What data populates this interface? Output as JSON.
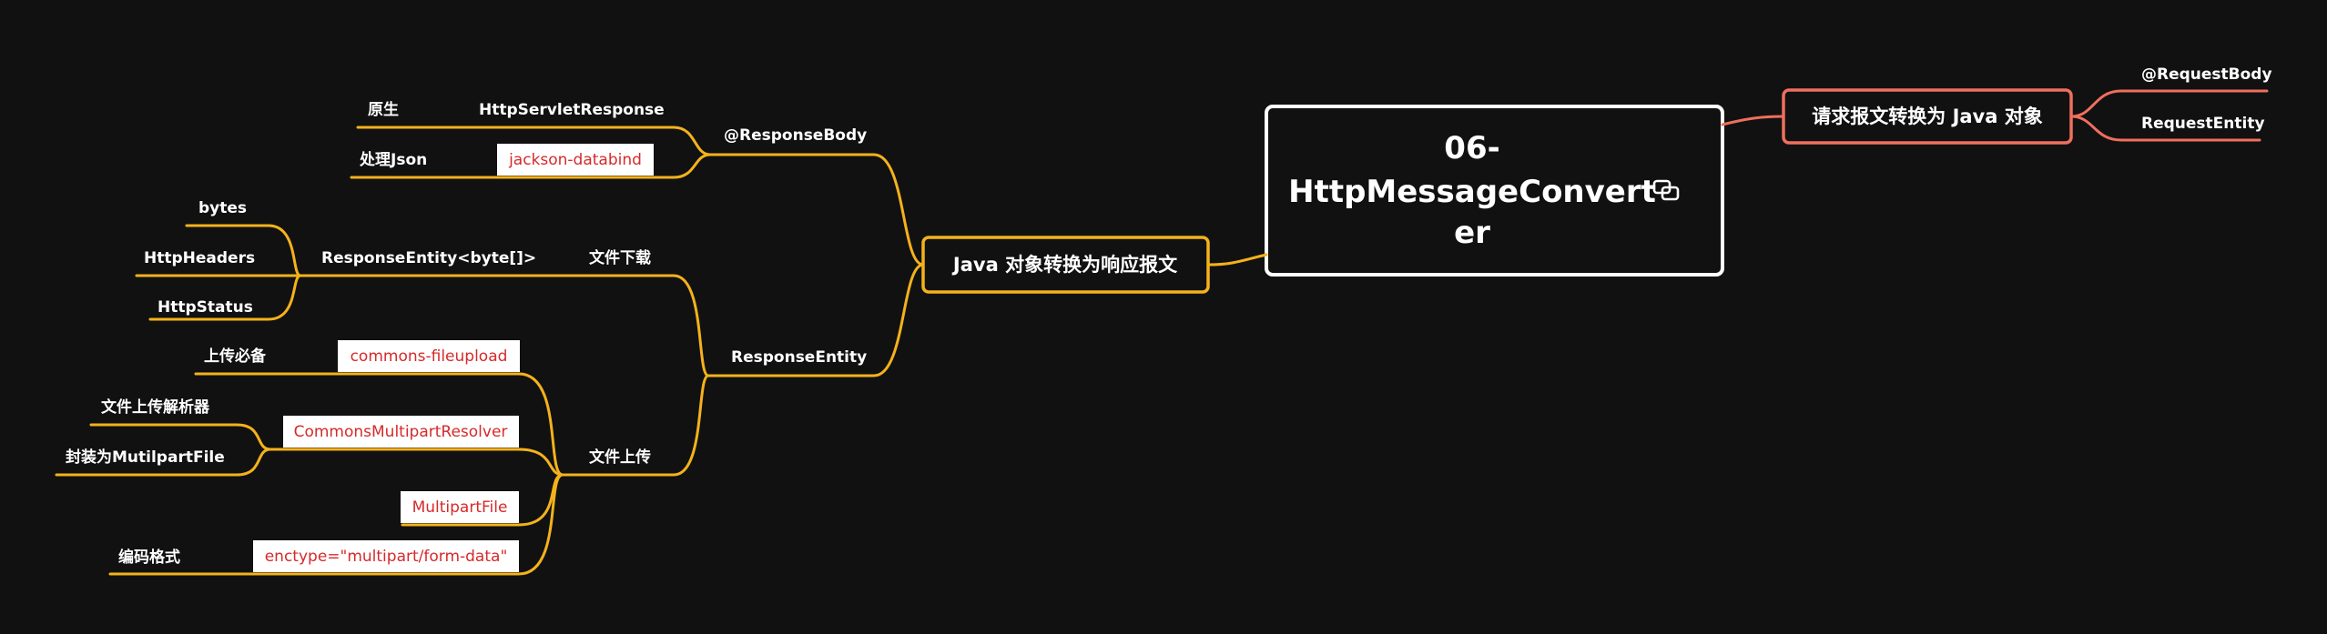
{
  "central": {
    "lines": [
      "06-",
      "HttpMessageConvert",
      "er"
    ],
    "icon": "link-icon"
  },
  "right_branch": {
    "title": "请求报文转换为 Java 对象",
    "children": [
      "@RequestBody",
      "RequestEntity"
    ]
  },
  "left_branch": {
    "title": "Java 对象转换为响应报文",
    "response_body": {
      "label": "@ResponseBody",
      "native_label": "原生",
      "native_value": "HttpServletResponse",
      "json_label": "处理Json",
      "json_tag": "jackson-databind"
    },
    "response_entity": {
      "label": "ResponseEntity",
      "download": {
        "label": "文件下载",
        "entity_type": "ResponseEntity<byte[]>",
        "parts": [
          "bytes",
          "HttpHeaders",
          "HttpStatus"
        ]
      },
      "upload": {
        "label": "文件上传",
        "required_label": "上传必备",
        "required_tag": "commons-fileupload",
        "resolver_tag": "CommonsMultipartResolver",
        "resolver_label": "文件上传解析器",
        "wrap_label": "封装为MutilpartFile",
        "multipart_tag": "MultipartFile",
        "encoding_label": "编码格式",
        "encoding_tag": "enctype=\"multipart/form-data\""
      }
    }
  },
  "colors": {
    "background": "#111111",
    "left_branch": "#f4b21b",
    "right_branch": "#ef6f5d",
    "tag_text": "#d62a2a"
  }
}
